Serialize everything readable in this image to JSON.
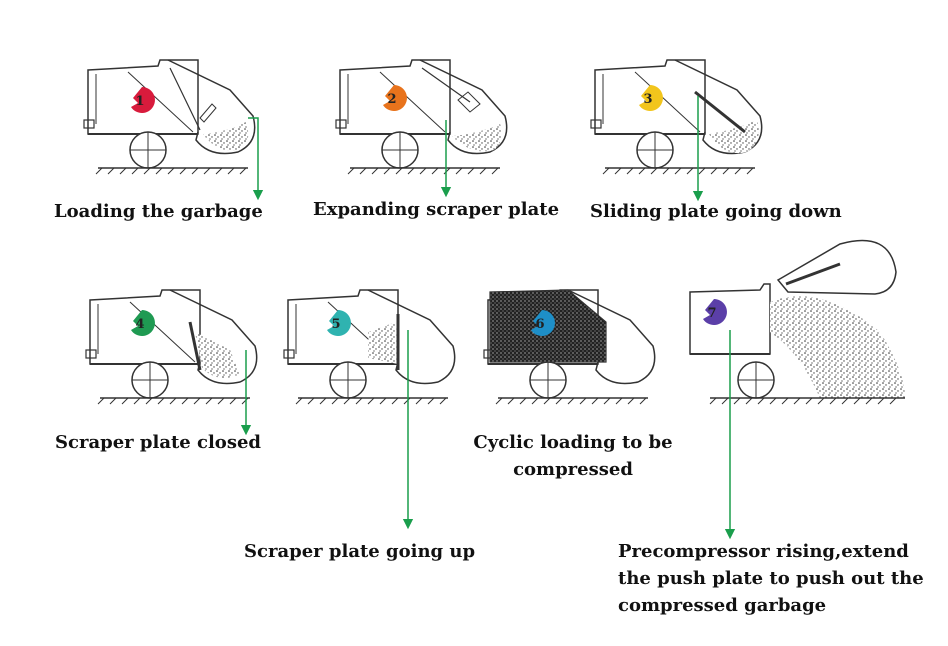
{
  "colors": {
    "arrow": "#1a9e4c",
    "outline": "#333333",
    "badges": [
      "#d81b3c",
      "#e8731c",
      "#f2c51c",
      "#1f9a52",
      "#2fb3b0",
      "#1e8fc8",
      "#5b3fa8"
    ]
  },
  "steps": [
    {
      "number": "1",
      "caption": "Loading the garbage"
    },
    {
      "number": "2",
      "caption": "Expanding scraper plate"
    },
    {
      "number": "3",
      "caption": "Sliding plate going down"
    },
    {
      "number": "4",
      "caption": "Scraper plate closed"
    },
    {
      "number": "5",
      "caption": "Scraper plate going up"
    },
    {
      "number": "6",
      "caption_line1": "Cyclic loading to be",
      "caption_line2": "compressed"
    },
    {
      "number": "7",
      "caption_line1": "Precompressor rising,extend",
      "caption_line2": "the push plate to push out the",
      "caption_line3": "compressed garbage"
    }
  ]
}
